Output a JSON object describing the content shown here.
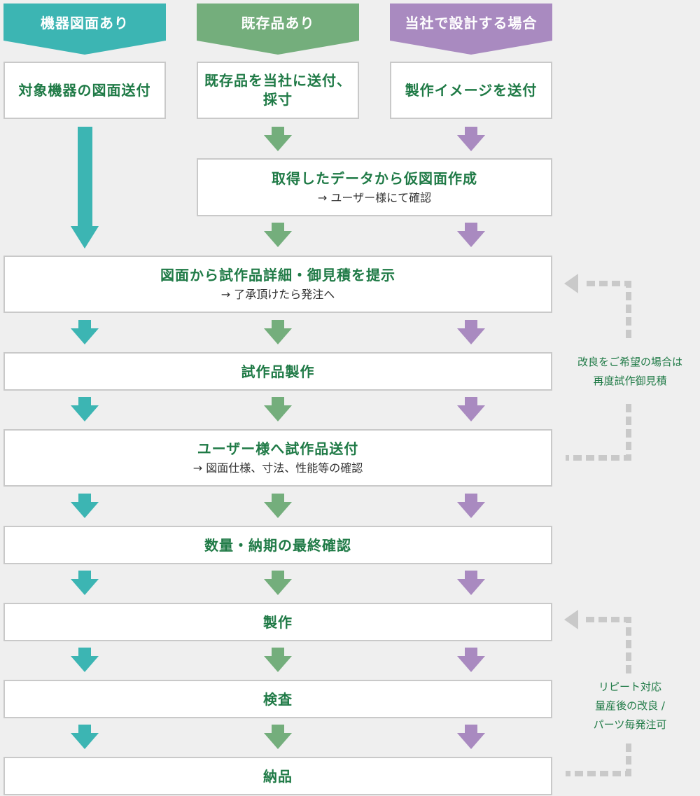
{
  "colors": {
    "teal": "#3cb5b3",
    "green": "#74ae7c",
    "purple": "#a98ac0",
    "gray_dash": "#c9c9c9",
    "text_green": "#1f7a46"
  },
  "headers": [
    {
      "label": "機器図面あり",
      "color": "#3cb5b3"
    },
    {
      "label": "既存品あり",
      "color": "#74ae7c"
    },
    {
      "label": "当社で設計する場合",
      "color": "#a98ac0"
    }
  ],
  "start_boxes": [
    {
      "text": "対象機器の図面送付"
    },
    {
      "text": "既存品を当社に送付、\n採寸"
    },
    {
      "text": "製作イメージを送付"
    }
  ],
  "steps": [
    {
      "main": "取得したデータから仮図面作成",
      "sub": "→ ユーザー様にて確認"
    },
    {
      "main": "図面から試作品詳細・御見積を提示",
      "sub": "→ 了承頂けたら発注へ"
    },
    {
      "main": "試作品製作",
      "sub": ""
    },
    {
      "main": "ユーザー様へ試作品送付",
      "sub": "→ 図面仕様、寸法、性能等の確認"
    },
    {
      "main": "数量・納期の最終確認",
      "sub": ""
    },
    {
      "main": "製作",
      "sub": ""
    },
    {
      "main": "検査",
      "sub": ""
    },
    {
      "main": "納品",
      "sub": ""
    }
  ],
  "loops": {
    "improvement": {
      "line1": "改良をご希望の場合は",
      "line2": "再度試作御見積"
    },
    "repeat": {
      "title": "リピート対応",
      "line1": "量産後の改良 /",
      "line2": "パーツ毎発注可"
    }
  }
}
